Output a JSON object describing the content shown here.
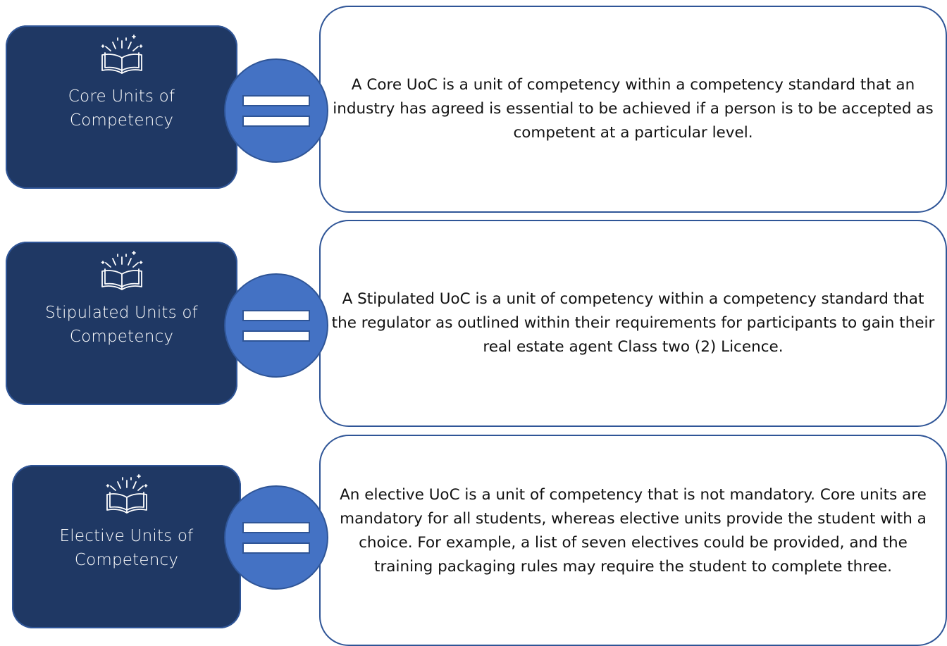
{
  "rows": [
    {
      "label": "Core Units of Competency",
      "description": "A Core UoC is a unit of competency within a competency standard that an industry has agreed is essential to be achieved if a person is to be accepted as competent at a particular level."
    },
    {
      "label": "Stipulated Units of Competency",
      "description": "A Stipulated UoC is a unit of competency within a competency standard that the regulator as outlined within their requirements for participants to gain their real estate agent Class two (2) Licence."
    },
    {
      "label": "Elective Units of Competency",
      "description": "An elective UoC is a unit of competency that is not mandatory. Core units are mandatory for all students, whereas elective units provide the student with a choice. For example, a list of seven electives could be provided, and the training packaging rules may require the student to complete three."
    }
  ],
  "colors": {
    "label_fill": "#1f3864",
    "circle_fill": "#4472c4",
    "border": "#2f5597"
  },
  "icons": {
    "label_icon": "open-book-icon",
    "connector_icon": "equals-icon"
  }
}
